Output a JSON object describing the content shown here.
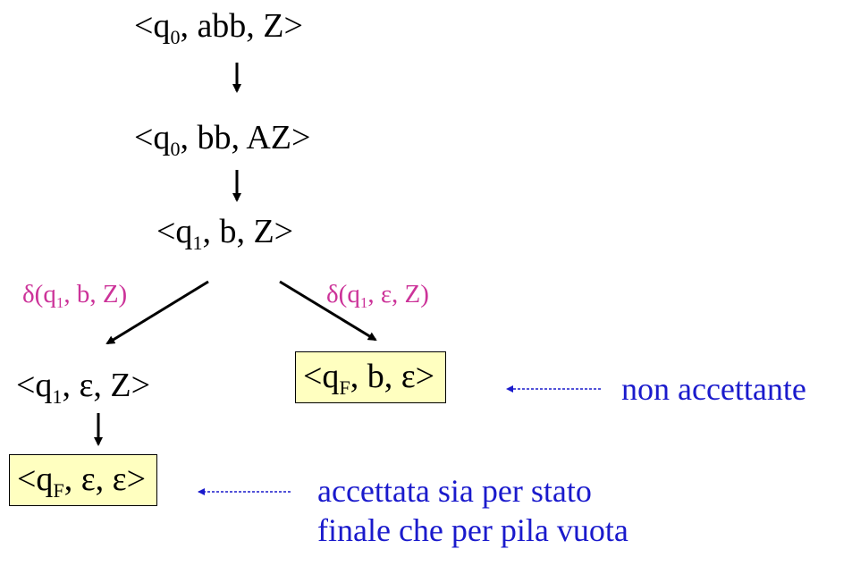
{
  "colors": {
    "transition": "#cc3399",
    "note": "#1a1acc",
    "box_fill": "#ffffc0"
  },
  "configs": {
    "c1": {
      "pre": "<q",
      "sub": "0",
      "post": ", abb, Z>"
    },
    "c2": {
      "pre": "<q",
      "sub": "0",
      "post": ", bb, AZ>"
    },
    "c3": {
      "pre": "<q",
      "sub": "1",
      "post": ", b, Z>"
    },
    "c4": {
      "pre": "<q",
      "sub": "1",
      "post": ", ε, Z>"
    },
    "c5": {
      "pre": "<q",
      "sub": "F",
      "post": ", b, ε>"
    },
    "c6": {
      "pre": "<q",
      "sub": "F",
      "post": ", ε, ε>"
    }
  },
  "transitions": {
    "left": {
      "pre": "δ(q",
      "sub": "1",
      "post": ", b, Z)"
    },
    "right": {
      "pre": "δ(q",
      "sub": "1",
      "post": ", ε, Z)"
    }
  },
  "notes": {
    "reject": "non accettante",
    "accept_line1": "accettata sia per stato",
    "accept_line2": "finale che per pila vuota"
  }
}
